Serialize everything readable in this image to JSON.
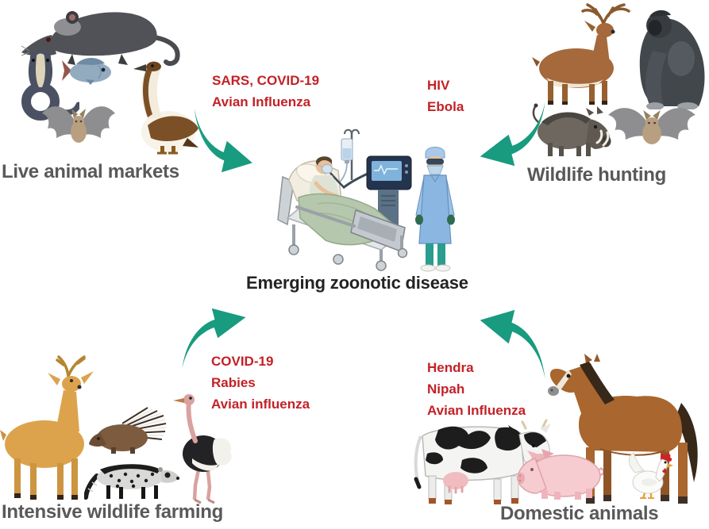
{
  "title": "Emerging zoonotic disease",
  "colors": {
    "arrow_green": "#189b7f",
    "disease_red": "#c32127",
    "group_label_gray": "#595959",
    "title_dark": "#232323"
  },
  "groups": {
    "live_animal_markets": {
      "label": "Live animal markets",
      "diseases": [
        "SARS, COVID-19",
        "Avian Influenza"
      ],
      "animal_icons": [
        "rat-icon",
        "cobra-icon",
        "fish-icon",
        "bat-icon",
        "goose-icon"
      ]
    },
    "wildlife_hunting": {
      "label": "Wildlife hunting",
      "diseases": [
        "HIV",
        "Ebola"
      ],
      "animal_icons": [
        "deer-buck-icon",
        "gorilla-icon",
        "warthog-icon",
        "bat-icon"
      ]
    },
    "intensive_wildlife_farming": {
      "label": "Intensive wildlife farming",
      "diseases": [
        "COVID-19",
        "Rabies",
        "Avian influenza"
      ],
      "animal_icons": [
        "deer-icon",
        "porcupine-icon",
        "civet-icon",
        "ostrich-icon"
      ]
    },
    "domestic_animals": {
      "label": "Domestic animals",
      "diseases": [
        "Hendra",
        "Nipah",
        "Avian Influenza"
      ],
      "animal_icons": [
        "cow-icon",
        "pig-icon",
        "horse-icon",
        "chicken-icon"
      ]
    }
  },
  "center_icons": [
    "hospital-bed-icon",
    "patient-icon",
    "iv-drip-icon",
    "ventilator-icon",
    "healthcare-worker-icon"
  ]
}
